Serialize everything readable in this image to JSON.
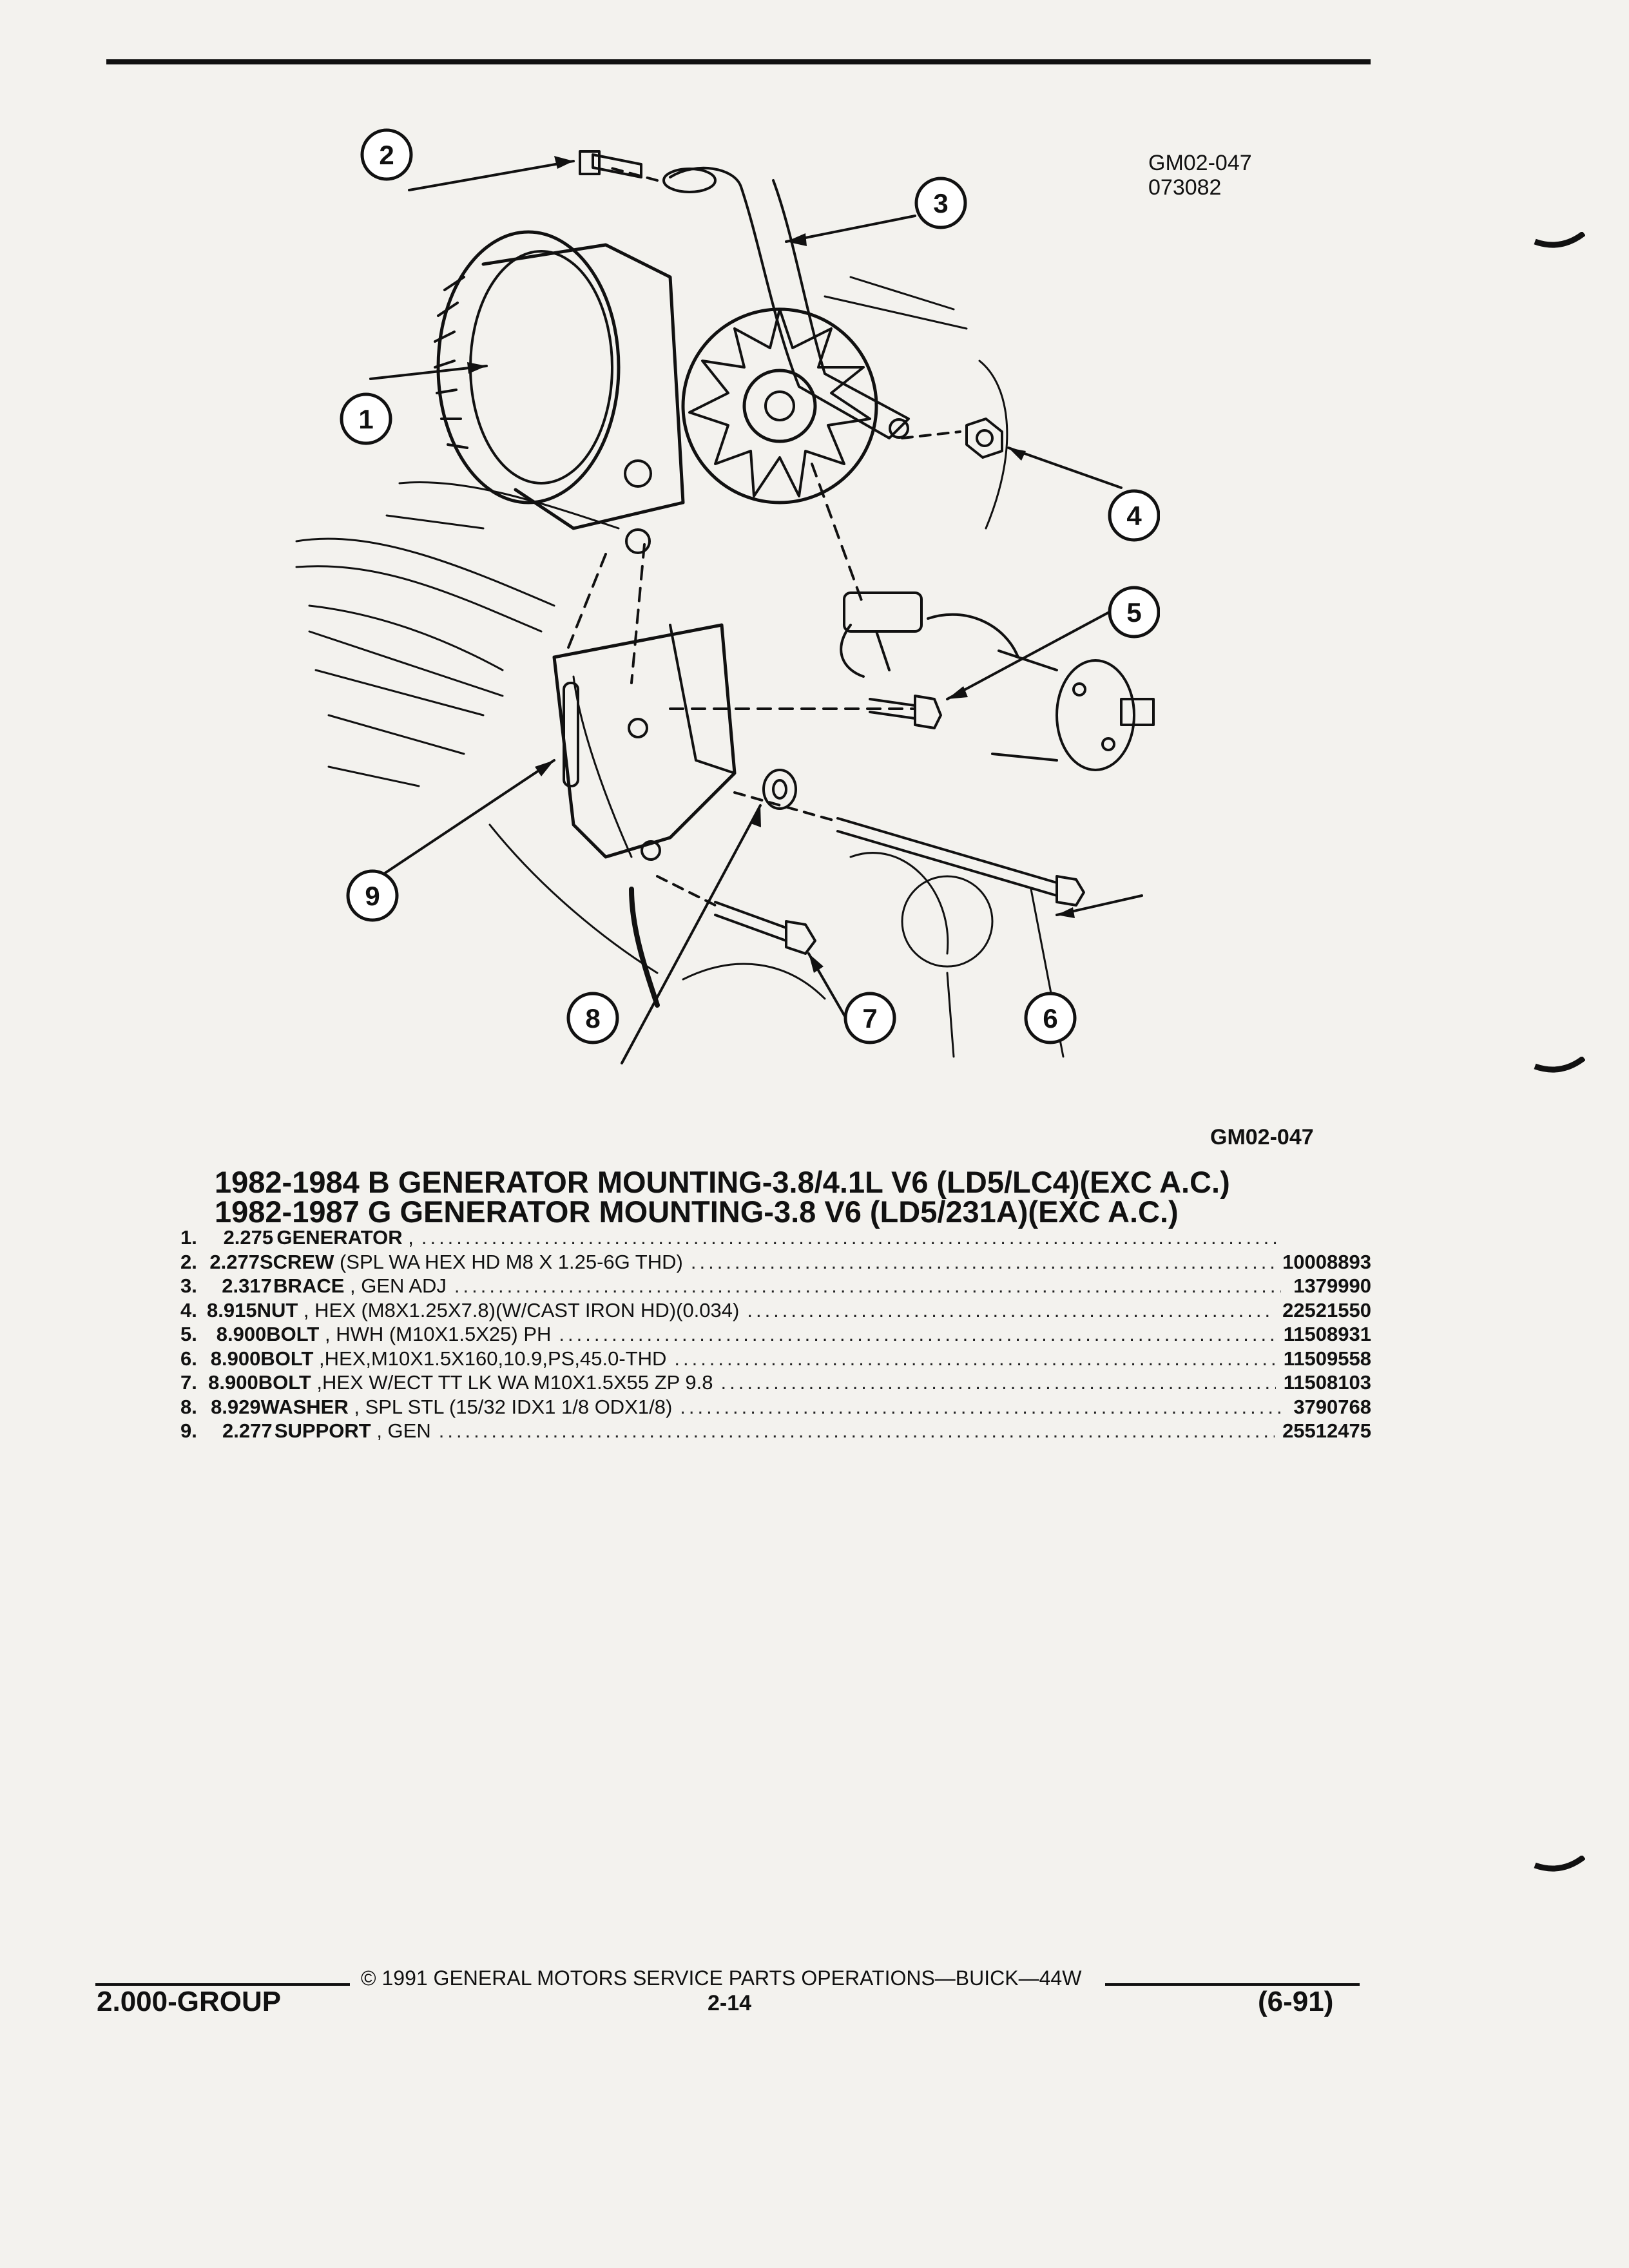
{
  "figure": {
    "code_top": [
      "GM02-047",
      "073082"
    ],
    "code_bottom": "GM02-047",
    "callouts": [
      "1",
      "2",
      "3",
      "4",
      "5",
      "6",
      "7",
      "8",
      "9"
    ]
  },
  "title": {
    "line1": "1982-1984 B GENERATOR MOUNTING-3.8/4.1L V6 (LD5/LC4)(EXC A.C.)",
    "line2": "1982-1987 G GENERATOR MOUNTING-3.8 V6 (LD5/231A)(EXC A.C.)"
  },
  "parts": [
    {
      "no": "1.",
      "group": "2.275",
      "name": "GENERATOR",
      "desc": " ,",
      "part": ""
    },
    {
      "no": "2.",
      "group": "2.277",
      "name": "SCREW",
      "desc": " (SPL WA HEX HD M8 X 1.25-6G THD)",
      "part": "10008893"
    },
    {
      "no": "3.",
      "group": "2.317",
      "name": "BRACE",
      "desc": " , GEN ADJ",
      "part": "1379990"
    },
    {
      "no": "4.",
      "group": "8.915",
      "name": "NUT",
      "desc": " , HEX (M8X1.25X7.8)(W/CAST IRON HD)(0.034)",
      "part": "22521550"
    },
    {
      "no": "5.",
      "group": "8.900",
      "name": "BOLT",
      "desc": " , HWH (M10X1.5X25) PH",
      "part": "11508931"
    },
    {
      "no": "6.",
      "group": "8.900",
      "name": "BOLT",
      "desc": " ,HEX,M10X1.5X160,10.9,PS,45.0-THD",
      "part": "11509558"
    },
    {
      "no": "7.",
      "group": "8.900",
      "name": "BOLT",
      "desc": " ,HEX W/ECT TT LK WA M10X1.5X55 ZP 9.8",
      "part": "11508103"
    },
    {
      "no": "8.",
      "group": "8.929",
      "name": "WASHER",
      "desc": " , SPL STL (15/32 IDX1 1/8 ODX1/8)",
      "part": "3790768"
    },
    {
      "no": "9.",
      "group": "2.277",
      "name": "SUPPORT",
      "desc": " , GEN",
      "part": "25512475"
    }
  ],
  "footer": {
    "copyright": "© 1991 GENERAL MOTORS SERVICE PARTS OPERATIONS—BUICK—44W",
    "left": "2.000-GROUP",
    "page": "2-14",
    "right": "(6-91)"
  }
}
